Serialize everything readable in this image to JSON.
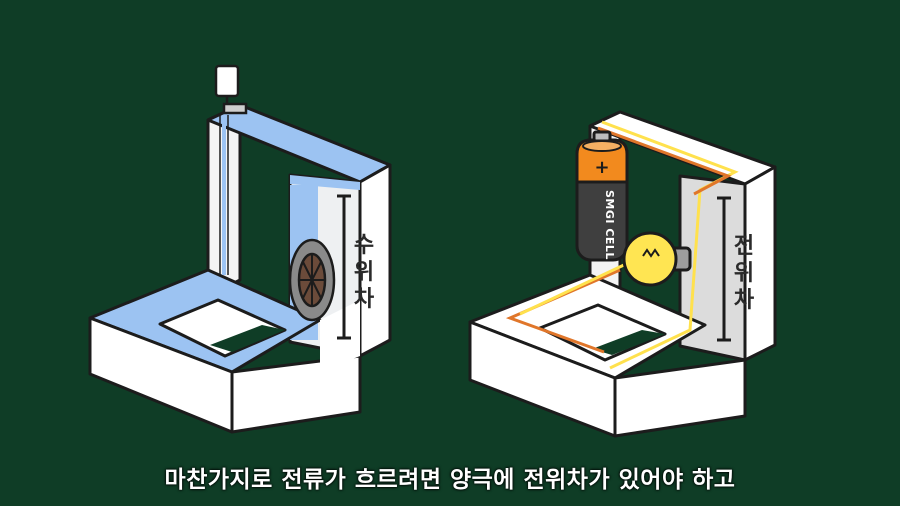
{
  "left_diagram": {
    "height_label": [
      "수",
      "위",
      "차"
    ]
  },
  "right_diagram": {
    "battery_plus": "+",
    "battery_label": "SMGI CELL",
    "height_label": [
      "전",
      "위",
      "차"
    ]
  },
  "caption": "마찬가지로 전류가 흐르려면 양극에 전위차가 있어야 하고",
  "colors": {
    "background": "#0f3d26",
    "water": "#9cc3f2",
    "block": "#ffffff",
    "battery_top": "#f28a1e",
    "battery_body": "#3f3f3f",
    "wire_yellow": "#ffe14d",
    "wire_orange": "#e0762a",
    "bulb": "#ffe552"
  },
  "icons": [
    "faucet-icon",
    "water-wheel-icon",
    "battery-icon",
    "light-bulb-icon"
  ]
}
